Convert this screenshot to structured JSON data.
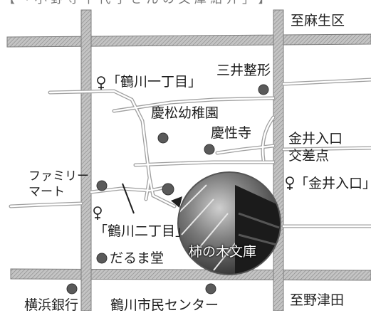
{
  "map": {
    "top_cutoff_text": "【 「 小 野 寺 千 代 子 さ ん の 文 庫 紹 介 」 】",
    "labels": {
      "asao": "至麻生区",
      "mitsui": "三井整形",
      "tsurukawa1": "「鶴川一丁目」",
      "keimatsu": "慶松幼稚園",
      "keishoji": "慶性寺",
      "kanai_cross_1": "金井入口",
      "kanai_cross_2": "交差点",
      "kanai_stop": "「金井入口」",
      "family_1": "ファミリー",
      "family_2": "マート",
      "tsurukawa2": "「鶴川二丁目」",
      "daruma": "だるま堂",
      "kakinoki": "柿の木文庫",
      "bank": "横浜銀行",
      "civic": "鶴川市民センター",
      "nozuta": "至野津田"
    },
    "colors": {
      "road_fill": "#bdbdbd",
      "road_hatch": "#8c8c8c",
      "thin_road": "#9a9a9a",
      "landmark_dot": "#5a5a5a",
      "text": "#1e1e1e"
    },
    "icons": [
      "bus-stop-icon",
      "landmark-dot-icon"
    ]
  }
}
